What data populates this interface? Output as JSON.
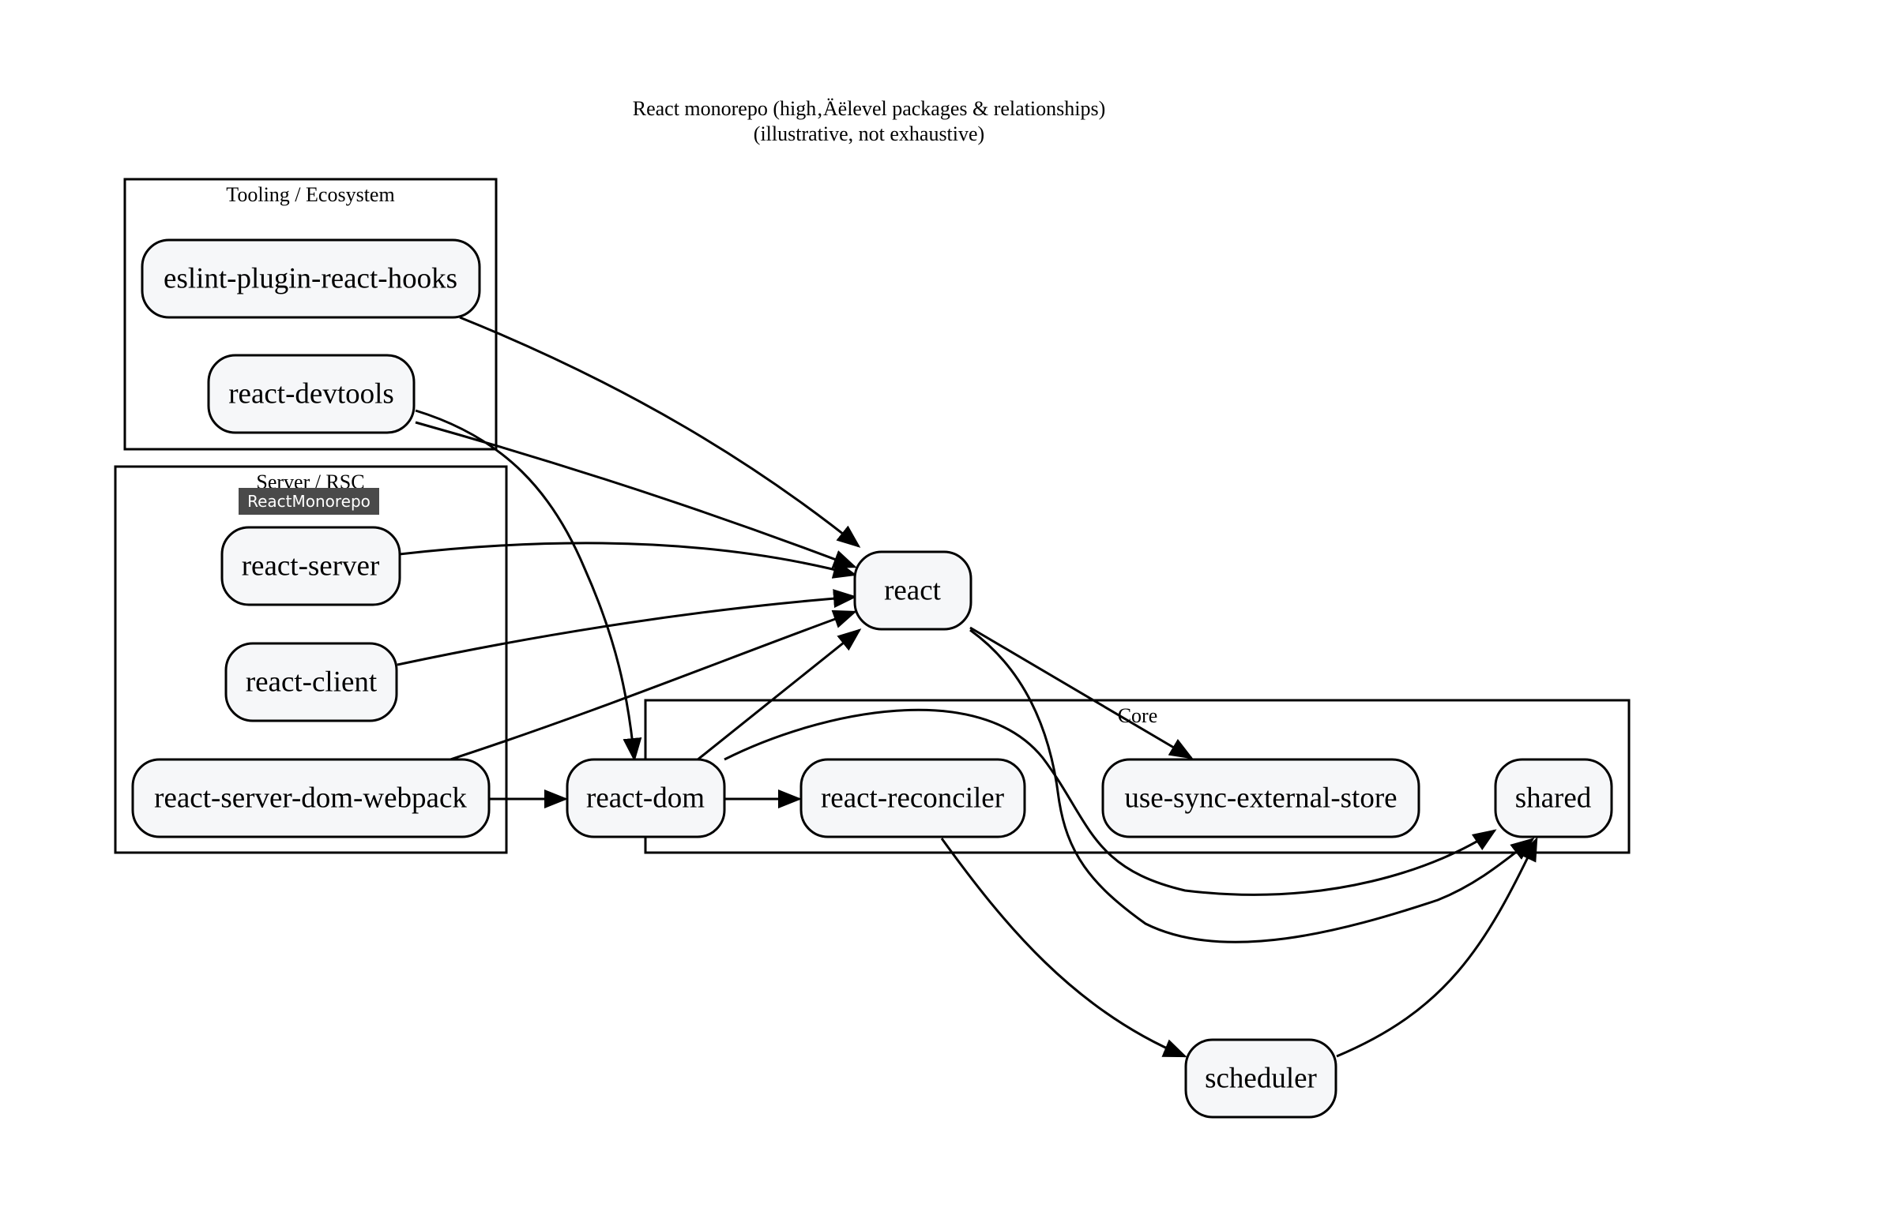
{
  "diagram": {
    "title_line1": "React monorepo (high‚Äëlevel packages & relationships)",
    "title_line2": "(illustrative, not exhaustive)",
    "tooltip": "ReactMonorepo",
    "clusters": {
      "tooling": "Tooling / Ecosystem",
      "server": "Server / RSC",
      "core": "Core"
    },
    "nodes": {
      "eslint": "eslint-plugin-react-hooks",
      "devtools": "react-devtools",
      "server": "react-server",
      "client": "react-client",
      "rsdw": "react-server-dom-webpack",
      "react": "react",
      "dom": "react-dom",
      "reconciler": "react-reconciler",
      "uses": "use-sync-external-store",
      "shared": "shared",
      "scheduler": "scheduler"
    },
    "edges": [
      {
        "from": "eslint-plugin-react-hooks",
        "to": "react"
      },
      {
        "from": "react-devtools",
        "to": "react"
      },
      {
        "from": "react-devtools",
        "to": "react-dom"
      },
      {
        "from": "react-server",
        "to": "react"
      },
      {
        "from": "react-client",
        "to": "react"
      },
      {
        "from": "react-server-dom-webpack",
        "to": "react"
      },
      {
        "from": "react-server-dom-webpack",
        "to": "react-dom"
      },
      {
        "from": "react-dom",
        "to": "react"
      },
      {
        "from": "react-dom",
        "to": "react-reconciler"
      },
      {
        "from": "react-dom",
        "to": "shared"
      },
      {
        "from": "react",
        "to": "use-sync-external-store"
      },
      {
        "from": "react",
        "to": "shared"
      },
      {
        "from": "react-reconciler",
        "to": "scheduler"
      },
      {
        "from": "scheduler",
        "to": "shared"
      }
    ]
  }
}
